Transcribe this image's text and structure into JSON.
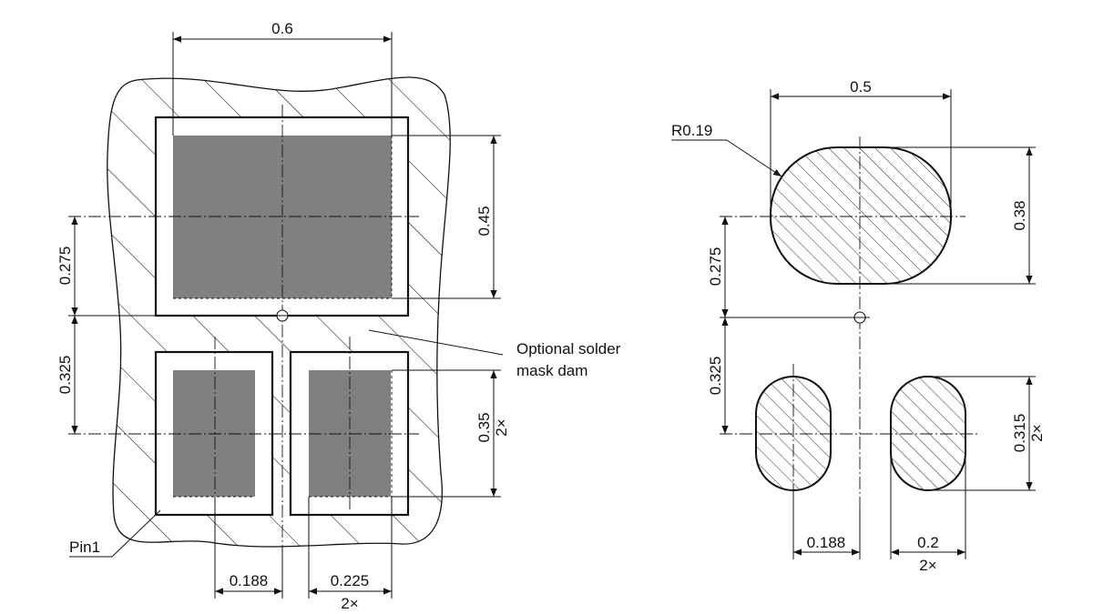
{
  "left_view": {
    "dim_width_total": "0.6",
    "dim_pad_height_large": "0.45",
    "dim_center_to_top_pad": "0.275",
    "dim_center_to_bottom_pads": "0.325",
    "dim_small_pad_height": "0.35",
    "dim_small_pad_height_mult": "2×",
    "dim_small_pad_offset": "0.188",
    "dim_small_pad_width": "0.225",
    "dim_small_pad_width_mult": "2×",
    "label_pin1": "Pin1",
    "label_mask_dam_line1": "Optional solder",
    "label_mask_dam_line2": "mask dam"
  },
  "right_view": {
    "dim_large_pad_width": "0.5",
    "dim_corner_radius": "R0.19",
    "dim_large_pad_height": "0.38",
    "dim_center_to_top_pad": "0.275",
    "dim_center_to_bottom_pads": "0.325",
    "dim_small_pad_height": "0.315",
    "dim_small_pad_height_mult": "2×",
    "dim_small_pad_offset": "0.188",
    "dim_small_pad_width": "0.2",
    "dim_small_pad_width_mult": "2×"
  },
  "colors": {
    "line": "#111111",
    "pad_fill": "#808080",
    "background": "#ffffff"
  }
}
